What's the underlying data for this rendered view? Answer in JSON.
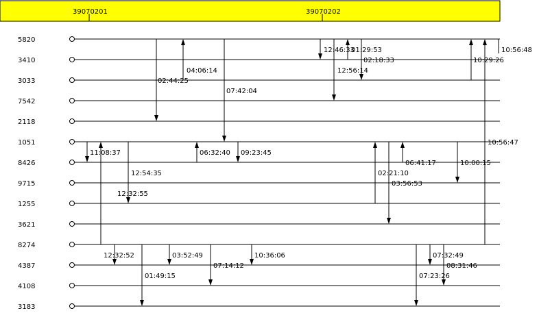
{
  "header": {
    "date_labels": [
      "39070201",
      "39070202"
    ],
    "fill_color": "#ffff00"
  },
  "rows": [
    "5820",
    "3410",
    "3033",
    "7542",
    "2118",
    "1051",
    "8426",
    "9715",
    "1255",
    "3621",
    "8274",
    "4387",
    "4108",
    "3183"
  ],
  "transfers": [
    {
      "label": "02:44:25",
      "from": "5820",
      "to": "2118"
    },
    {
      "label": "04:06:14",
      "from": "3033",
      "to": "5820"
    },
    {
      "label": "07:42:04",
      "from": "5820",
      "to": "1051"
    },
    {
      "label": "12:46:33",
      "from": "5820",
      "to": "3410"
    },
    {
      "label": "12:56:14",
      "from": "3410",
      "to": "5820"
    },
    {
      "label": "01:29:53",
      "from": "5820",
      "to": "7542"
    },
    {
      "label": "02:18:33",
      "from": "5820",
      "to": "3033"
    },
    {
      "label": "10:29:26",
      "from": "3033",
      "to": "5820"
    },
    {
      "label": "10:56:48",
      "from": "5820",
      "to": "5820"
    },
    {
      "label": "11:08:37",
      "from": "1051",
      "to": "8426"
    },
    {
      "label": "12:32:52",
      "from": "8274",
      "to": "1051"
    },
    {
      "label": "12:54:35",
      "from": "1051",
      "to": "1255"
    },
    {
      "label": "12:32:55",
      "from": "8274",
      "to": "4387"
    },
    {
      "label": "06:32:40",
      "from": "8426",
      "to": "1051"
    },
    {
      "label": "09:23:45",
      "from": "1051",
      "to": "8426"
    },
    {
      "label": "02:21:10",
      "from": "1255",
      "to": "1051"
    },
    {
      "label": "03:56:53",
      "from": "1051",
      "to": "3621"
    },
    {
      "label": "06:41:17",
      "from": "8426",
      "to": "1051"
    },
    {
      "label": "10:00:15",
      "from": "1051",
      "to": "9715"
    },
    {
      "label": "10:56:47",
      "from": "8274",
      "to": "5820"
    },
    {
      "label": "01:49:15",
      "from": "8274",
      "to": "3183"
    },
    {
      "label": "03:52:49",
      "from": "8274",
      "to": "4387"
    },
    {
      "label": "07:14:12",
      "from": "8274",
      "to": "4108"
    },
    {
      "label": "10:36:06",
      "from": "8274",
      "to": "4387"
    },
    {
      "label": "07:23:26",
      "from": "8274",
      "to": "3183"
    },
    {
      "label": "07:32:49",
      "from": "8274",
      "to": "4387"
    },
    {
      "label": "08:31:46",
      "from": "8274",
      "to": "4108"
    }
  ]
}
